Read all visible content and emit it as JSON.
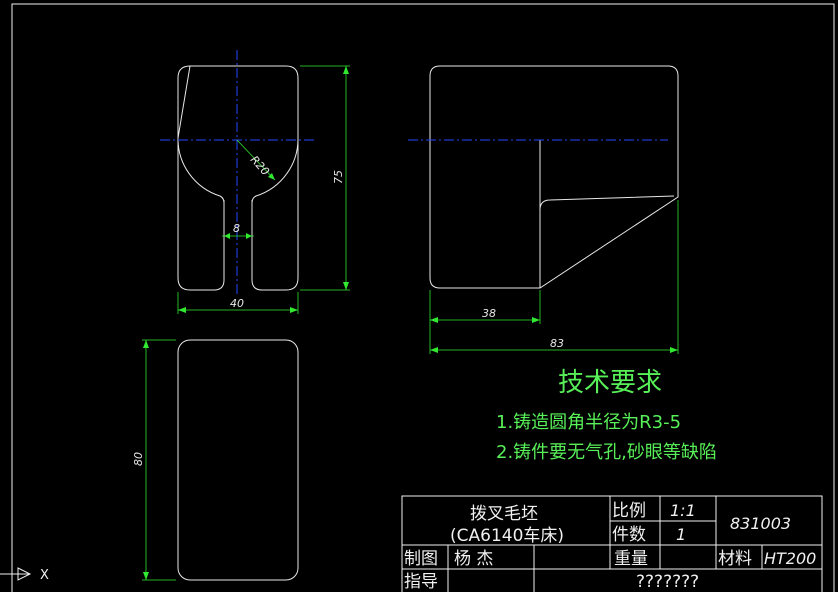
{
  "dimensions": {
    "width_40": "40",
    "height_75": "75",
    "radius_20": "R20",
    "neck_8": "8",
    "width_38": "38",
    "width_83": "83",
    "height_80": "80"
  },
  "technical_requirements": {
    "title": "技术要求",
    "item_1": "1.铸造圆角半径为R3-5",
    "item_2": "2.铸件要无气孔,砂眼等缺陷"
  },
  "title_block": {
    "part_name_line1": "拨叉毛坯",
    "part_name_line2": "(CA6140车床)",
    "scale_label": "比例",
    "scale_value": "1:1",
    "count_label": "件数",
    "count_value": "1",
    "drawing_number": "831003",
    "drawn_by_label": "制图",
    "drawn_by_name": "杨  杰",
    "weight_label": "重量",
    "material_label": "材料",
    "material_value": "HT200",
    "guide_label": "指导",
    "school": "???????"
  },
  "ucs": {
    "x_label": "X"
  },
  "colors": {
    "geometry": "#e8e8e8",
    "dimension": "#2fe82f",
    "centerline": "#2346ff",
    "note_text": "#58f058",
    "background": "#000000"
  }
}
